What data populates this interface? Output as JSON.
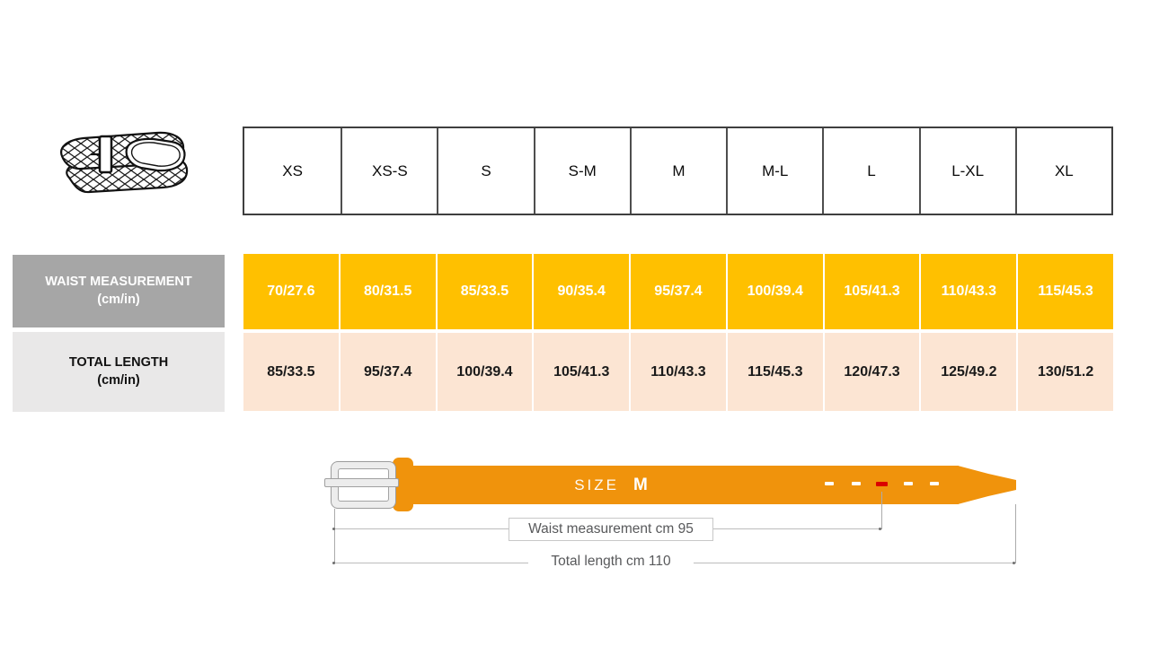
{
  "chart_data": {
    "type": "table",
    "columns": [
      "XS",
      "XS-S",
      "S",
      "S-M",
      "M",
      "M-L",
      "L",
      "L-XL",
      "XL"
    ],
    "rows": [
      {
        "label": "WAIST MEASUREMENT",
        "unit": "(cm/in)",
        "values": [
          "70/27.6",
          "80/31.5",
          "85/33.5",
          "90/35.4",
          "95/37.4",
          "100/39.4",
          "105/41.3",
          "110/43.3",
          "115/45.3"
        ]
      },
      {
        "label": "TOTAL LENGTH",
        "unit": "(cm/in)",
        "values": [
          "85/33.5",
          "95/37.4",
          "100/39.4",
          "105/41.3",
          "110/43.3",
          "115/45.3",
          "120/47.3",
          "125/49.2",
          "130/51.2"
        ]
      }
    ]
  },
  "belt_diagram": {
    "size_label": "SIZE",
    "size_value": "M",
    "waist_annotation": "Waist measurement cm 95",
    "length_annotation": "Total length cm 110",
    "holes_count": 5,
    "marked_hole_index": 2
  },
  "icons": {
    "belt_icon": "braided-belt-illustration"
  },
  "colors": {
    "waist_row_bg": "#FFC000",
    "length_row_bg": "#FCE5D3",
    "waist_header_bg": "#A6A6A6",
    "length_header_bg": "#E9E8E8",
    "belt_orange": "#F0930C",
    "marked_hole_red": "#DB0000"
  }
}
